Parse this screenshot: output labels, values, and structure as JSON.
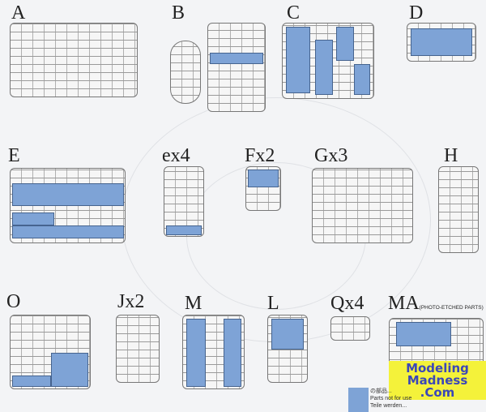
{
  "labels": {
    "A": "A",
    "B": "B",
    "C": "C",
    "D": "D",
    "E": "E",
    "ex4": "ex4",
    "Fx2": "Fx2",
    "Gx3": "Gx3",
    "H": "H",
    "O": "O",
    "Jx2": "Jx2",
    "M": "M",
    "L": "L",
    "Qx4": "Qx4",
    "MA": "MA",
    "MA_note": "(PHOTO-ETCHED PARTS)"
  },
  "logo": {
    "line1": "Modeling",
    "line2": "Madness",
    "line3": ".Com"
  },
  "note": {
    "line1": "の部品...",
    "line2": "Parts not for use",
    "line3": "Teile werden..."
  },
  "colors": {
    "highlight": "#7ea3d6",
    "logo_bg": "#f4f23a",
    "logo_text": "#3b47b8"
  }
}
